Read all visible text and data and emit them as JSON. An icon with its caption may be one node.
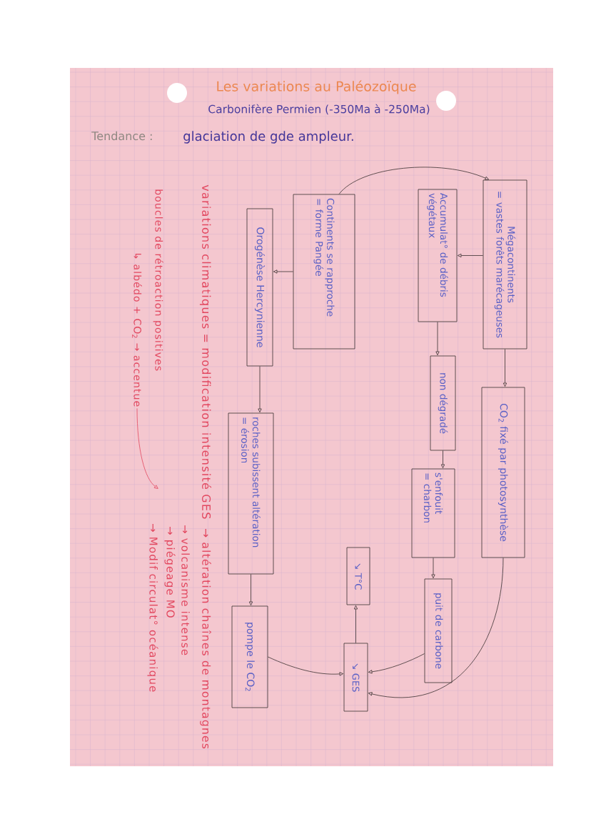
{
  "diagram": {
    "title": "Les variations au Paléozoïque",
    "nodes": [
      {
        "text": [
          "Mégacontinents",
          "= vastes forêts marécageuses"
        ]
      },
      {
        "text": [
          "CO$_{2}$ fixé par photosynthèse"
        ]
      },
      {
        "text": [
          "Accumulat° de débris végétaux"
        ]
      },
      {
        "text": [
          "non dégradé"
        ]
      },
      {
        "text": [
          "s'enfouit",
          "= charbon"
        ]
      },
      {
        "text": [
          "puit de carbone"
        ]
      },
      {
        "text": [
          "Continents se rapproche",
          "= forme Pangée"
        ]
      },
      {
        "text": [
          "Orogénèse Hercynienne"
        ]
      },
      {
        "text": [
          "roches subissent altération",
          "= érosion"
        ]
      },
      {
        "text": [
          "pompe le CO$_{2}$"
        ]
      },
      {
        "text": [
          "↘ T°C"
        ]
      },
      {
        "text": [
          "↘ GES"
        ]
      },
      {
        "text": [
          "boucles de rétroaction positives",
          "↳ albédo + CO$_{2}$ → accentue"
        ]
      }
    ],
    "edges": [
      {
        "from": 6,
        "to": 0,
        "arrow": "to"
      },
      {
        "from": 0,
        "to": 2,
        "arrow": "to"
      },
      {
        "from": 0,
        "to": 1,
        "arrow": "to"
      },
      {
        "from": 2,
        "to": 3,
        "arrow": "to"
      },
      {
        "from": 3,
        "to": 4,
        "arrow": "to"
      },
      {
        "from": 4,
        "to": 5,
        "arrow": "to"
      },
      {
        "from": 6,
        "to": 7,
        "arrow": "to"
      },
      {
        "from": 7,
        "to": 8,
        "arrow": "to"
      },
      {
        "from": 8,
        "to": 9,
        "arrow": "to"
      },
      {
        "from": 9,
        "to": 11,
        "arrow": "to"
      },
      {
        "from": 5,
        "to": 11,
        "arrow": "to"
      },
      {
        "from": 1,
        "to": 11,
        "arrow": "to"
      },
      {
        "from": 11,
        "to": 10,
        "arrow": "to"
      },
      {
        "from": 12,
        "to": null,
        "arrow": "to",
        "color": "#e2475f"
      }
    ],
    "labels": [
      "Carbonifère Permien (-350Ma à -250Ma)",
      "Tendance :",
      "glaciation de gde ampleur.",
      "variations climatiques = modification intensité GES",
      "→ altération chaînes de montagnes",
      "→ volcanisme intense",
      "→ piégeage MO",
      "→ Modif circulat° océanique"
    ]
  }
}
